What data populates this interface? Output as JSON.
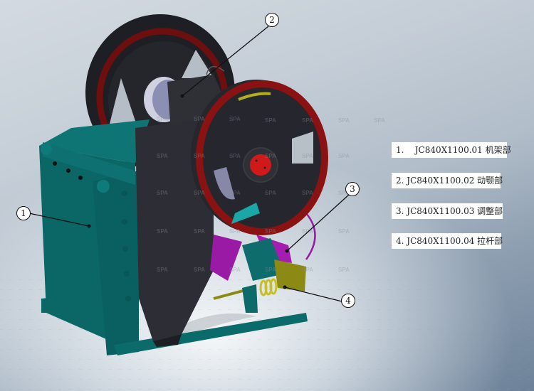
{
  "diagram": {
    "subject": "Jaw crusher JC840X1100 3D assembly",
    "colors": {
      "frame": "#0b6b6b",
      "flywheel": "#2a2b30",
      "flywheel_rim": "#8a1212",
      "swing_jaw": "#2e2f36",
      "adjust_part": "#a01aa8",
      "tension_rod": "#8a8a12",
      "hub": "#d01a1a"
    },
    "watermark": "SPA"
  },
  "callouts": [
    {
      "number": "1",
      "target": "frame-body"
    },
    {
      "number": "2",
      "target": "bearing-housing"
    },
    {
      "number": "3",
      "target": "adjustment-assembly"
    },
    {
      "number": "4",
      "target": "tension-rod-spring"
    }
  ],
  "legend": [
    {
      "index": "1.",
      "code": "JC840X1100.01",
      "name": "机架部"
    },
    {
      "index": "2.",
      "code": "JC840X1100.02",
      "name": "动颚部"
    },
    {
      "index": "3.",
      "code": "JC840X1100.03",
      "name": "调整部"
    },
    {
      "index": "4.",
      "code": "JC840X1100.04",
      "name": "拉杆部"
    }
  ]
}
